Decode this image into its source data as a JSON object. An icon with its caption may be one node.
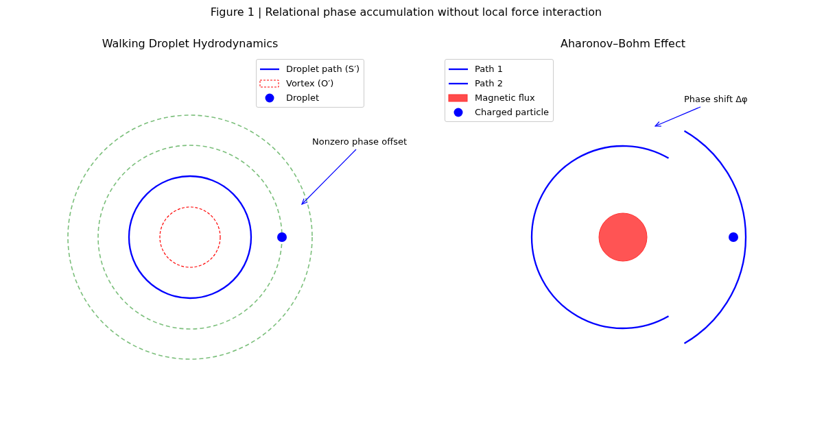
{
  "diagram": {
    "title": "Figure 1 | Relational phase accumulation without local force interaction",
    "nodes": [
      {
        "text": [
          "Nonzero phase offset"
        ]
      },
      {
        "text": [
          "Phase shift Δφ"
        ]
      }
    ],
    "edges": [
      {
        "from": 0,
        "to": null,
        "arrow": "to"
      },
      {
        "from": 1,
        "to": null,
        "arrow": "to"
      }
    ],
    "labels": [
      "Walking Droplet Hydrodynamics",
      "Aharonov–Bohm Effect"
    ],
    "legend": [
      {
        "text": "Droplet path (S′)"
      },
      {
        "text": "Vortex (O′)"
      },
      {
        "text": "Droplet"
      },
      {
        "text": "Path 1"
      },
      {
        "text": "Path 2"
      },
      {
        "text": "Magnetic flux",
        "color": "#ff4b4b"
      },
      {
        "text": "Charged particle"
      }
    ]
  }
}
